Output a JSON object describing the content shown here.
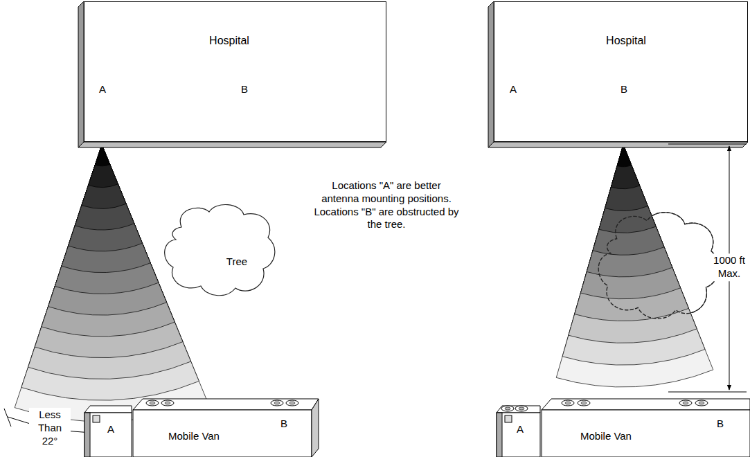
{
  "diagram": {
    "nodes": [
      {
        "text": [
          "Hospital",
          "A",
          "B"
        ]
      },
      {
        "text": [
          "Hospital",
          "A",
          "B"
        ]
      },
      {
        "text": [
          "Tree"
        ]
      },
      {
        "text": [
          "A",
          "Mobile Van",
          "B"
        ]
      },
      {
        "text": [
          "A",
          "Mobile Van",
          "B"
        ]
      }
    ],
    "labels": [
      "Less Than 22°",
      "Locations \"A\" are better antenna mounting positions. Locations \"B\" are obstructed by the tree.",
      "1000 ft Max."
    ]
  }
}
